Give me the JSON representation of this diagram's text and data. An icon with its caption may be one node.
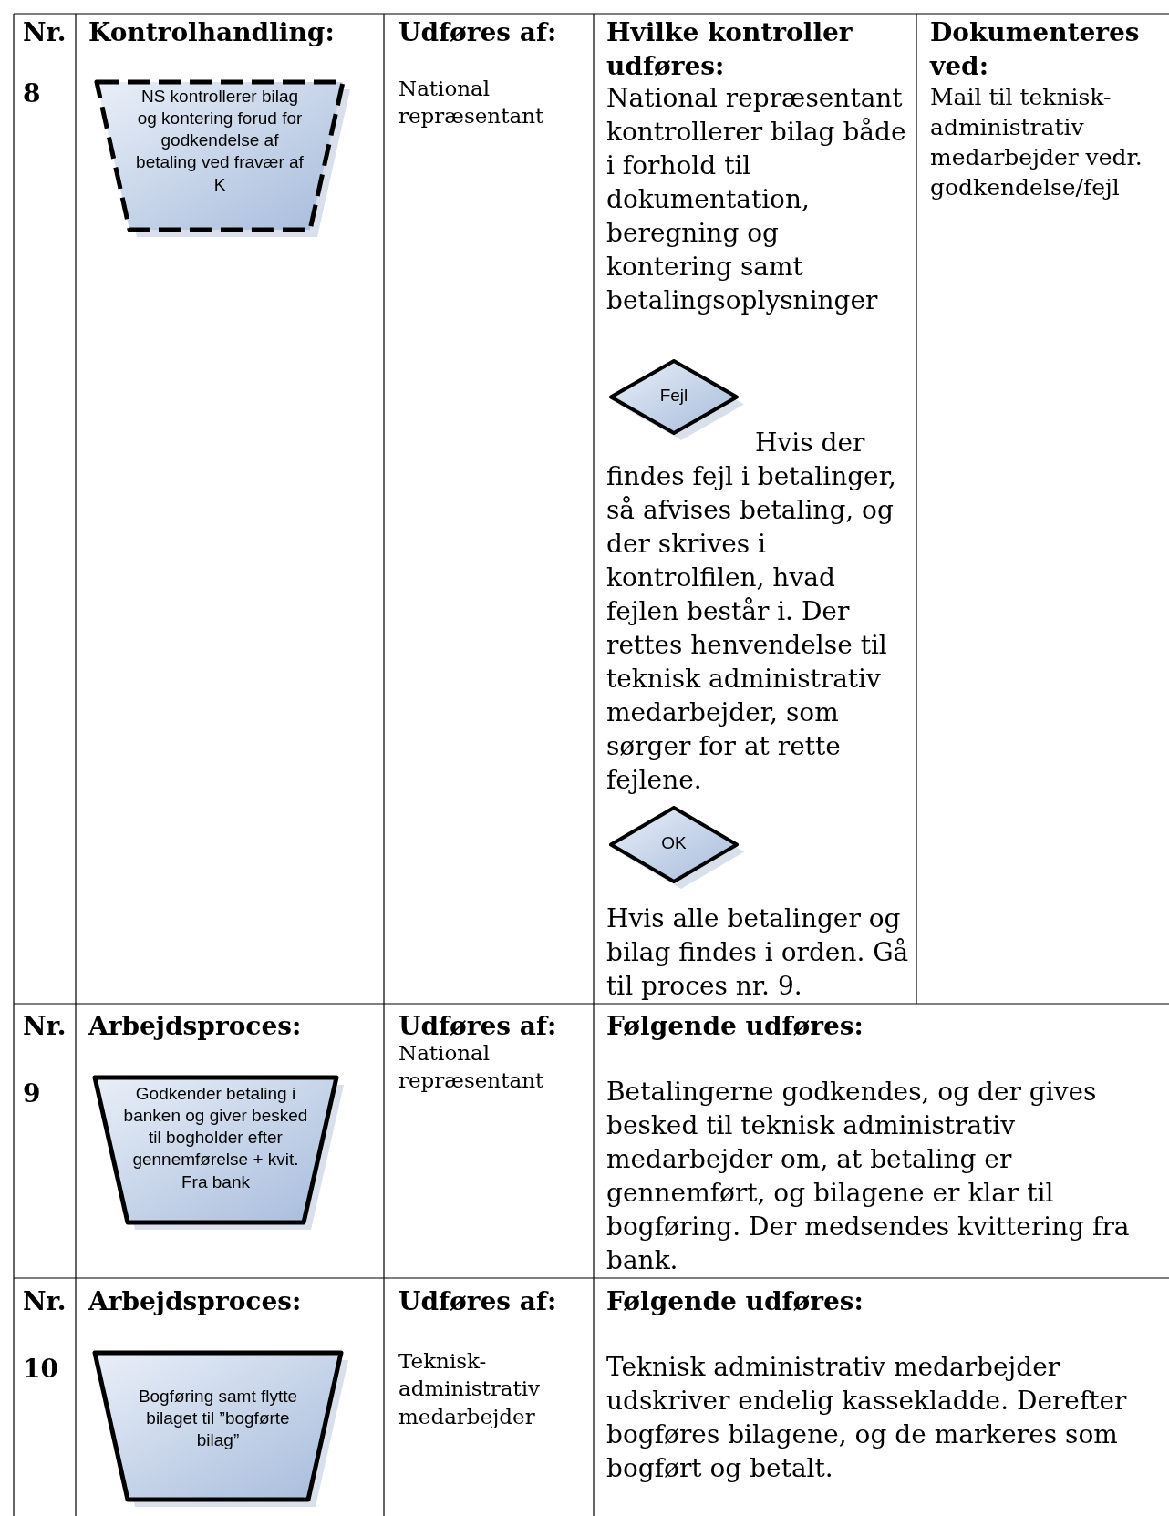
{
  "diagram": {
    "nodes": [
      {
        "text": [
          "NS kontrollerer bilag og kontering forud for godkendelse af betaling ved fravær af K"
        ]
      },
      {
        "text": [
          "Fejl"
        ]
      },
      {
        "text": [
          "OK"
        ]
      },
      {
        "text": [
          "Godkender betaling i banken og giver besked til bogholder efter gennemførelse + kvit. Fra bank"
        ]
      },
      {
        "text": [
          "Bogføring samt flytte bilaget til ”bogførte bilag”"
        ]
      }
    ],
    "labels": [
      "Nr.",
      "Kontrolhandling:",
      "Udføres af:",
      "Hvilke kontroller udføres:",
      "Dokumenteres ved:",
      "8",
      "National repræsentant",
      "National repræsentant kontrollerer bilag både i forhold til dokumentation, beregning og kontering samt betalingsoplysninger",
      "Hvis der findes fejl i betalinger, så afvises betaling, og der skrives i kontrolfilen, hvad fejlen består i. Der rettes henvendelse til teknisk administrativ medarbejder, som sørger for at rette fejlene.",
      "Hvis alle betalinger og bilag findes i orden. Gå til proces nr. 9.",
      "Mail til teknisk-administrativ medarbejder vedr. godkendelse/fejl",
      "Nr.",
      "Arbejdsproces:",
      "Udføres af:",
      "Følgende udføres:",
      "9",
      "National repræsentant",
      "Betalingerne godkendes, og der gives besked til teknisk administrativ medarbejder om, at betaling er gennemført, og bilagene er klar til bogføring. Der medsendes kvittering fra bank.",
      "Nr.",
      "Arbejdsproces:",
      "Udføres af:",
      "Følgende udføres:",
      "10",
      "Teknisk-administrativ medarbejder",
      "Teknisk administrativ medarbejder udskriver endelig kassekladde. Derefter bogføres bilagene, og de markeres som bogført og betalt."
    ]
  }
}
